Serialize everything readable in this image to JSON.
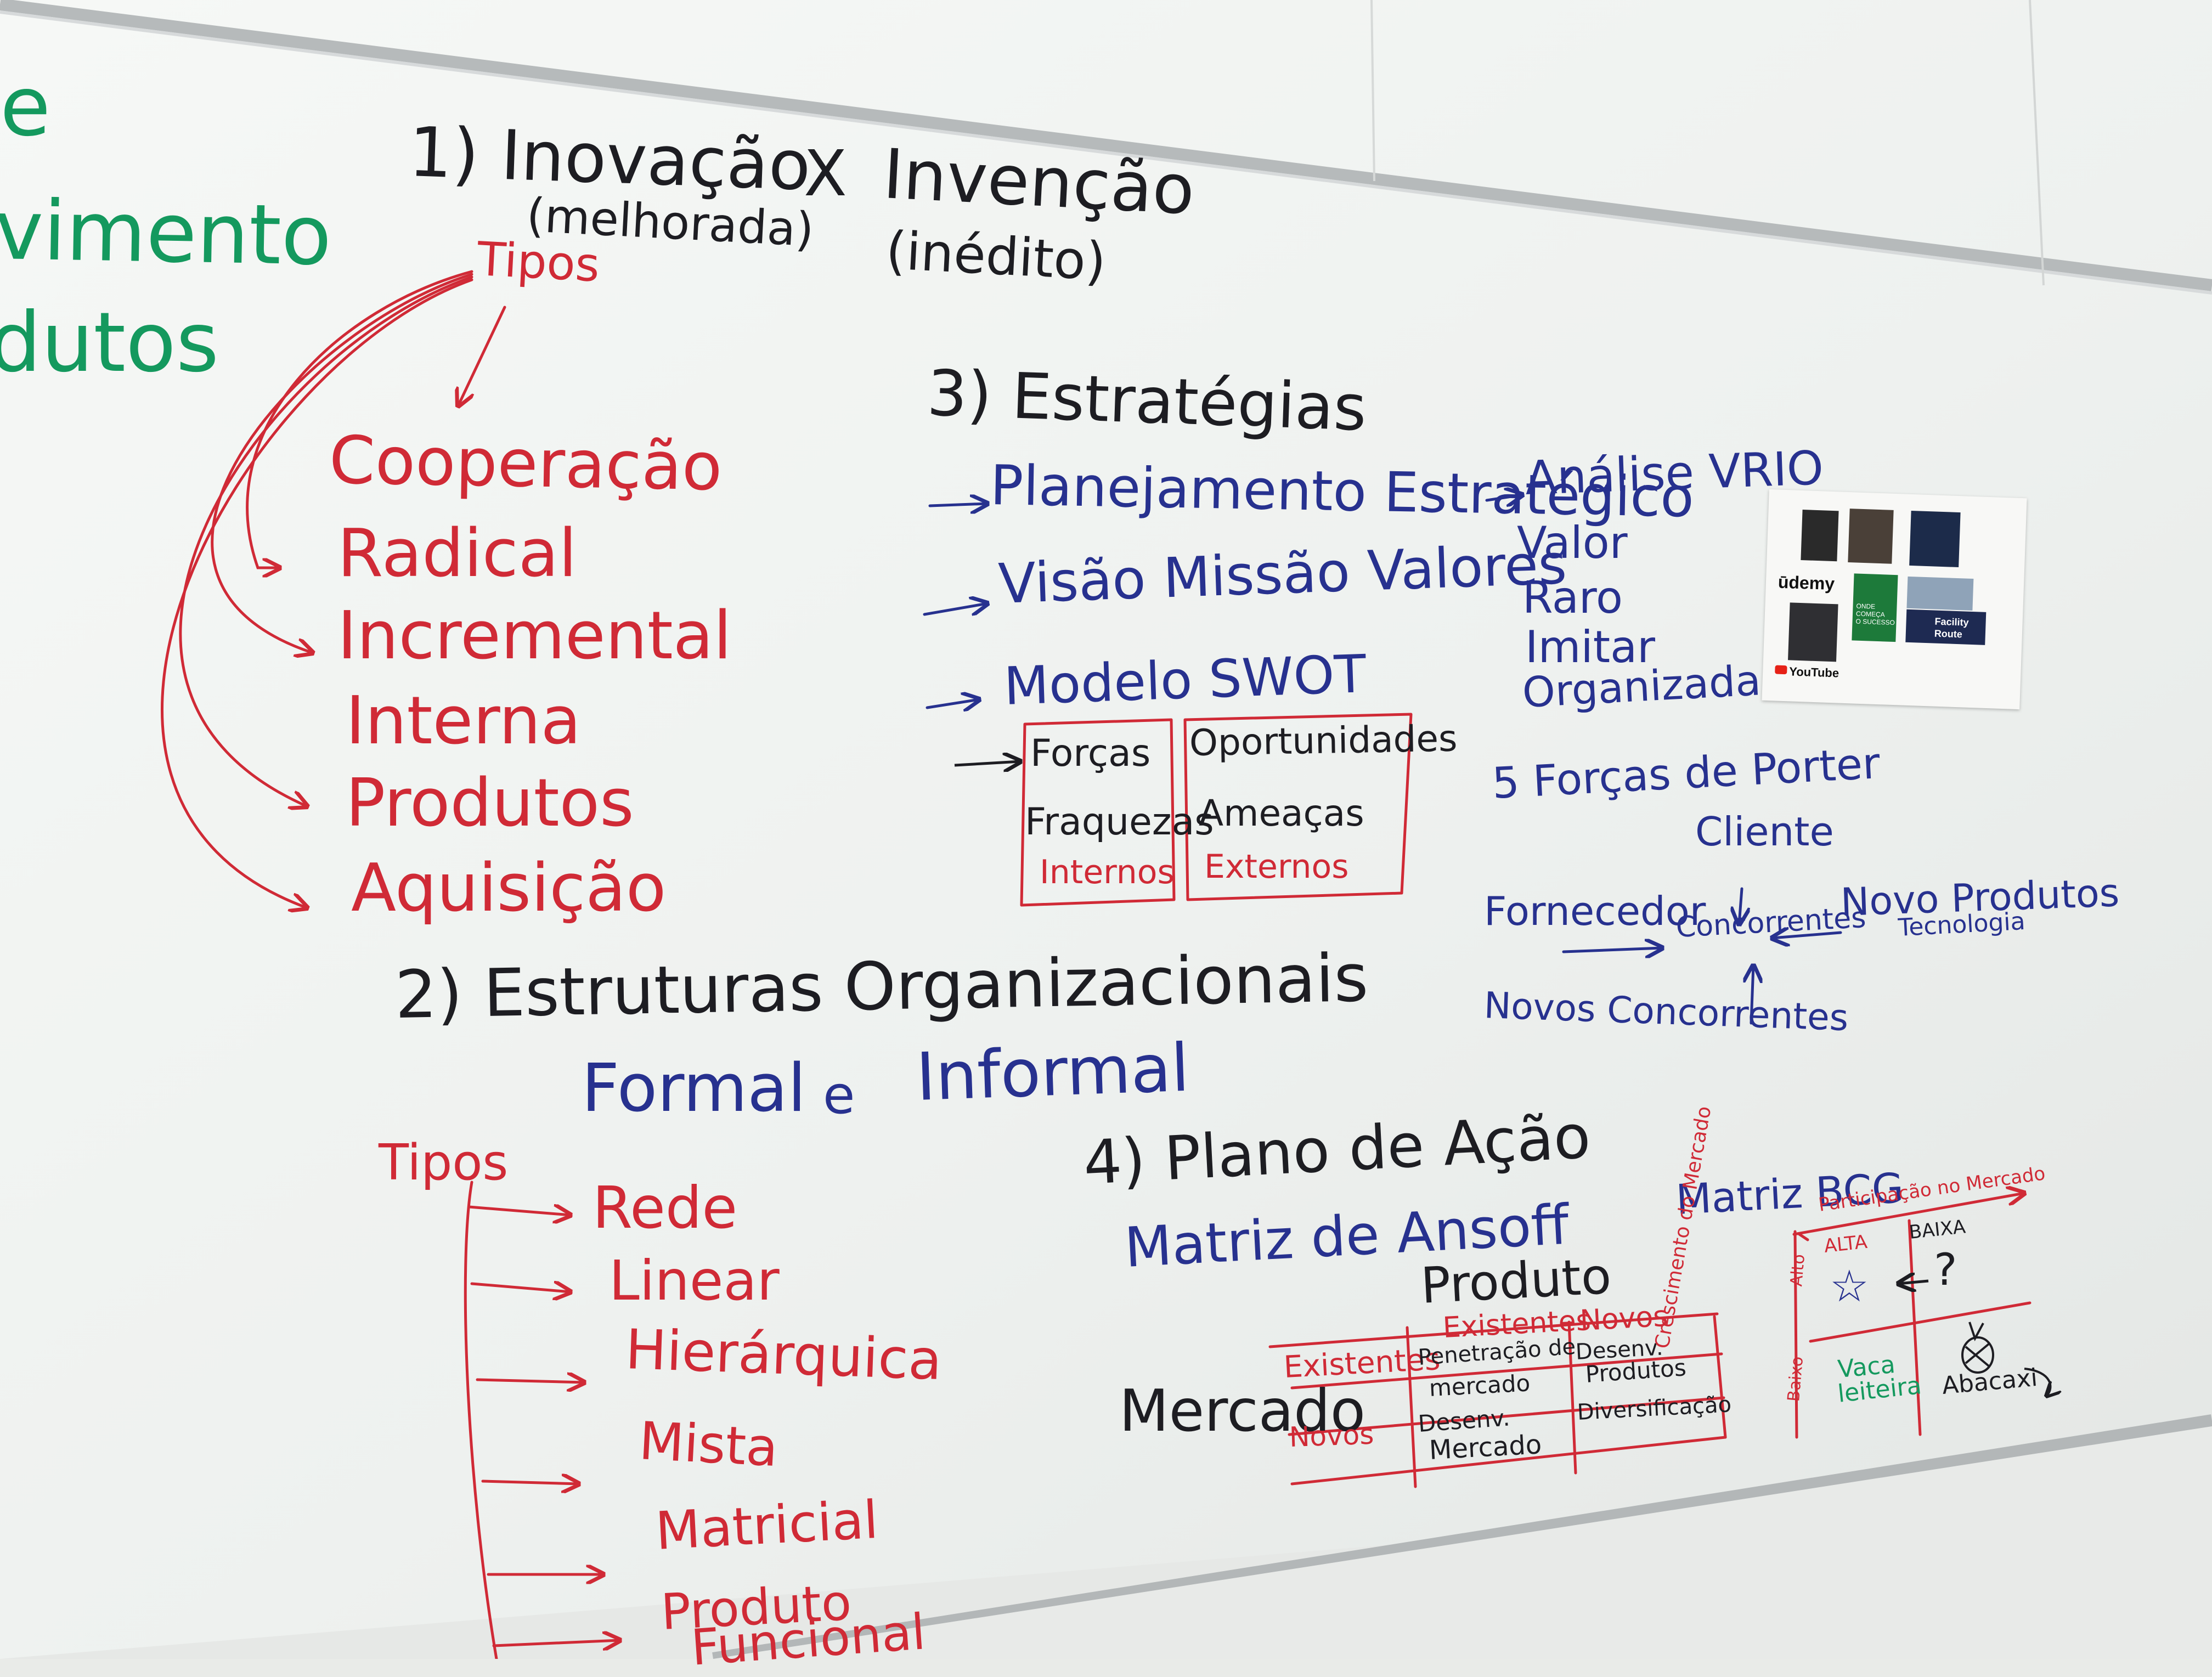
{
  "colors": {
    "black_ink": "#1d1d22",
    "red_ink": "#d02a36",
    "blue_ink": "#27318f",
    "green_ink": "#14995e",
    "board": "#f3f5f3",
    "frame": "#b9bcbd"
  },
  "left_edge": {
    "line1": "e",
    "line2": "vimento",
    "line3": "dutos"
  },
  "section1": {
    "title": "1) Inovação",
    "vs": "X",
    "invencao": "Invenção",
    "note1": "(melhorada)",
    "note2": "(inédito)",
    "tipos": "Tipos",
    "items": [
      "Cooperação",
      "Radical",
      "Incremental",
      "Interna",
      "Produtos",
      "Aquisição"
    ]
  },
  "section2": {
    "title": "2) Estruturas Organizacionais",
    "formal": "Formal",
    "e": "e",
    "informal": "Informal",
    "tipos": "Tipos",
    "items": [
      "Rede",
      "Linear",
      "Hierárquica",
      "Mista",
      "Matricial",
      "Produto",
      "Funcional"
    ]
  },
  "section3": {
    "title": "3) Estratégias",
    "items": [
      "Planejamento Estratégico",
      "Visão Missão Valores",
      "Modelo SWOT"
    ],
    "swot": {
      "forcas": "Forças",
      "fraquezas": "Fraquezas",
      "internos": "Internos",
      "oportunidades": "Oportunidades",
      "ameacas": "Ameaças",
      "externos": "Externos"
    },
    "vrio": {
      "title": "Análise VRIO",
      "items": [
        "Valor",
        "Raro",
        "Imitar",
        "Organizada"
      ]
    },
    "porter": {
      "title": "5 Forças de Porter",
      "cliente": "Cliente",
      "fornecedor": "Fornecedor",
      "concorrentes": "Concorrentes",
      "novo_produtos": "Novo Produtos",
      "tecnologia": "Tecnologia",
      "novos_concorrentes": "Novos Concorrentes"
    }
  },
  "section4": {
    "title": "4) Plano de Ação",
    "ansoff": "Matriz de Ansoff",
    "produto": "Produto",
    "mercado": "Mercado",
    "col_existentes": "Existentes",
    "col_novos": "Novos",
    "row_existentes": "Existentes",
    "row_novos": "Novos",
    "cells": {
      "pen1": "Penetração de",
      "pen2": "mercado",
      "desprod1": "Desenv.",
      "desprod2": "Produtos",
      "desmerc1": "Desenv.",
      "desmerc2": "Mercado",
      "div": "Diversificação"
    }
  },
  "bcg": {
    "title": "Matriz BCG",
    "participacao": "Participação no Mercado",
    "alta": "ALTA",
    "baixa": "BAIXA",
    "crescimento": "Crescimento do Mercado",
    "alto": "Alto",
    "baixo": "Baixo",
    "star": "☆",
    "question": "?",
    "vaca1": "Vaca",
    "vaca2": "leiteira",
    "abacaxi": "Abacaxi"
  },
  "poster": {
    "udemy": "ūdemy",
    "youtube": "YouTube",
    "facility1": "Facility",
    "facility2": "Route",
    "green1": "ONDE",
    "green2": "COMEÇA",
    "green3": "O SUCESSO"
  }
}
